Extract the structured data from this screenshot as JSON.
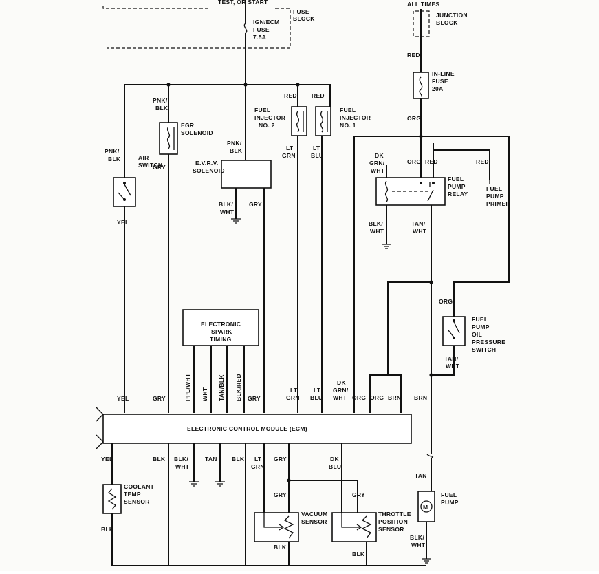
{
  "top": {
    "power_label": "TEST, OR START",
    "fuse_block": [
      "FUSE",
      "BLOCK"
    ],
    "ign_fuse": [
      "IGN/ECM",
      "FUSE",
      "7.5A"
    ],
    "all_times": "ALL TIMES",
    "junction_block": [
      "JUNCTION",
      "BLOCK"
    ],
    "inline_fuse": [
      "IN-LINE",
      "FUSE",
      "20A"
    ]
  },
  "components": {
    "egr": [
      "EGR",
      "SOLENOID"
    ],
    "air_switch": [
      "AIR",
      "SWITCH"
    ],
    "evrv": [
      "E.V.R.V.",
      "SOLENOID"
    ],
    "injector2": [
      "FUEL",
      "INJECTOR",
      "NO. 2"
    ],
    "injector1": [
      "FUEL",
      "INJECTOR",
      "NO. 1"
    ],
    "pump_relay": [
      "FUEL",
      "PUMP",
      "RELAY"
    ],
    "pump_primer": [
      "FUEL",
      "PUMP",
      "PRIMER"
    ],
    "spark_timing": [
      "ELECTRONIC",
      "SPARK",
      "TIMING"
    ],
    "oil_pressure": [
      "FUEL",
      "PUMP",
      "OIL",
      "PRESSURE",
      "SWITCH"
    ],
    "ecm": "ELECTRONIC CONTROL MODULE (ECM)",
    "coolant": [
      "COOLANT",
      "TEMP",
      "SENSOR"
    ],
    "vacuum": [
      "VACUUM",
      "SENSOR"
    ],
    "tps": [
      "THROTTLE",
      "POSITION",
      "SENSOR"
    ],
    "fuel_pump": [
      "FUEL",
      "PUMP"
    ],
    "motor_symbol": "M"
  },
  "wires": {
    "pnk_blk": [
      "PNK/",
      "BLK"
    ],
    "red": "RED",
    "org": "ORG",
    "gry": "GRY",
    "yel": "YEL",
    "blk": "BLK",
    "blk_wht": [
      "BLK/",
      "WHT"
    ],
    "lt_grn": [
      "LT",
      "GRN"
    ],
    "lt_blu": [
      "LT",
      "BLU"
    ],
    "dk_grn_wht": [
      "DK",
      "GRN/",
      "WHT"
    ],
    "tan_wht": [
      "TAN/",
      "WHT"
    ],
    "tan": "TAN",
    "brn": "BRN",
    "dk_blu": [
      "DK",
      "BLU"
    ],
    "ppl_wht": "PPL/WHT",
    "wht": "WHT",
    "tan_blk": "TAN/BLK",
    "blk_red": "BLK/RED"
  }
}
